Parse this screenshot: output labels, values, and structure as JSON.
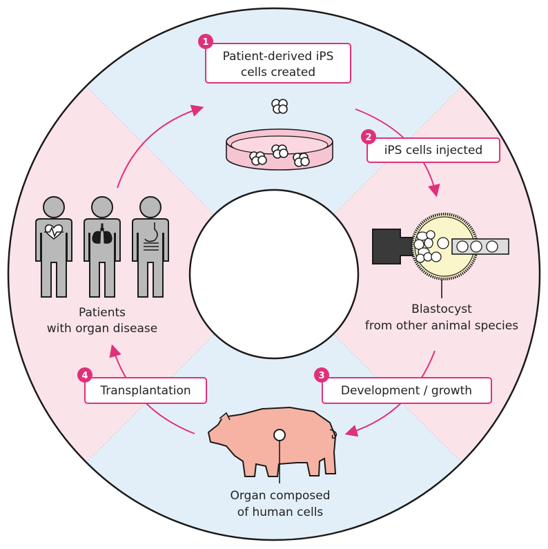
{
  "steps": [
    {
      "number": "1",
      "label_line1": "Patient-derived iPS",
      "label_line2": "cells created"
    },
    {
      "number": "2",
      "label": "iPS cells injected"
    },
    {
      "number": "3",
      "label": "Development / growth"
    },
    {
      "number": "4",
      "label": "Transplantation"
    }
  ],
  "captions": {
    "patients_line1": "Patients",
    "patients_line2": "with organ disease",
    "blastocyst_line1": "Blastocyst",
    "blastocyst_line2": "from other animal species",
    "organ_line1": "Organ composed",
    "organ_line2": "of human cells"
  },
  "colors": {
    "accent": "#e0307a",
    "pink_region": "#fbe3ea",
    "blue_region": "#e3eff8",
    "figure_gray": "#b9b9b9",
    "pig": "#f6b3a3",
    "dish": "#f7c5d2",
    "blastocyst": "#fbf6c9"
  },
  "icons": [
    "heart-icon",
    "lungs-icon",
    "stomach-icon",
    "petri-dish-icon",
    "cell-cluster-icon",
    "pipette-icon",
    "needle-icon",
    "pig-icon"
  ]
}
